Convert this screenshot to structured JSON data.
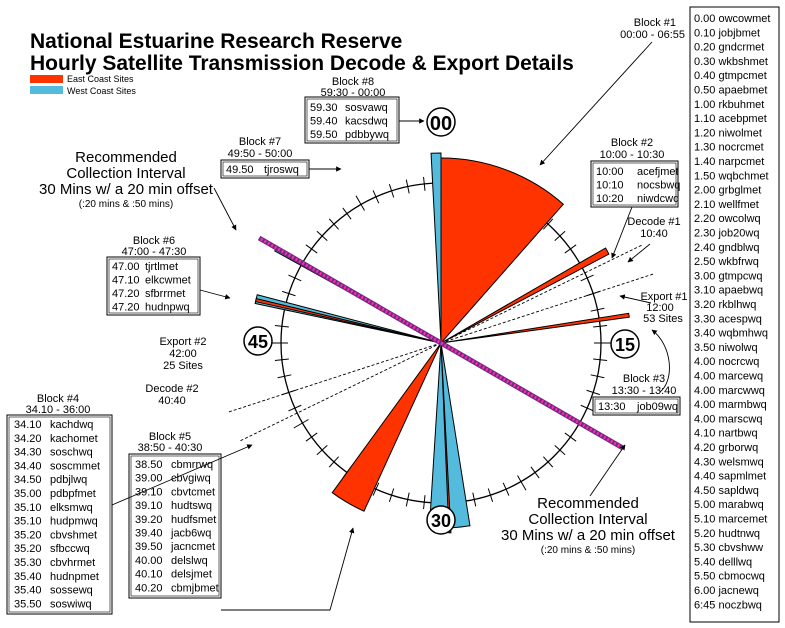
{
  "title": {
    "line1": "National Estuarine Research Reserve",
    "line2": "Hourly Satellite Transmission Decode & Export Details"
  },
  "legend": [
    {
      "label": "East Coast Sites",
      "color": "#ff3300"
    },
    {
      "label": "West Coast Sites",
      "color": "#55bbdd"
    }
  ],
  "dial": {
    "top": "00",
    "right": "15",
    "bottom": "30",
    "left": "45"
  },
  "block1": {
    "title": "Block #1",
    "time": "00:00 - 06:55",
    "rows": [
      "0.00 owcowmet",
      "0.10 jobjbmet",
      "0.20 gndcrmet",
      "0.30 wkbshmet",
      "0.40 gtmpcmet",
      "0.50 apaebmet",
      "1.00 rkbuhmet",
      "1.10 acebpmet",
      "1.20 niwolmet",
      "1.30 nocrcmet",
      "1.40 narpcmet",
      "1.50 wqbchmet",
      "2.00 grbglmet",
      "2.10 wellfmet",
      "2.20 owcolwq",
      "2.30 job20wq",
      "2.40 gndblwq",
      "2.50 wkbfrwq",
      "3.00 gtmpcwq",
      "3.10 apaebwq",
      "3.20 rkblhwq",
      "3.30 acespwq",
      "3.40 wqbmhwq",
      "3.50 niwolwq",
      "4.00 nocrcwq",
      "4.00 marcewq",
      "4.00 marcwwq",
      "4.00 marmbwq",
      "4.00 marscwq",
      "4.10 nartbwq",
      "4.20 grborwq",
      "4.30 welsmwq",
      "4.40 sapmlmet",
      "4.50 sapldwq",
      "5.00 marabwq",
      "5.10 marcemet",
      "5.20 hudtnwq",
      "5.30 cbvshww",
      "5.40 delllwq",
      "5.50 cbmocwq",
      "6.00 jacnewq",
      "6:45 noczbwq"
    ]
  },
  "block2": {
    "title": "Block #2",
    "time": "10:00 - 10:30",
    "rows": [
      [
        "10:00",
        "acefjmet"
      ],
      [
        "10:10",
        "nocsbwq"
      ],
      [
        "10:20",
        "niwdcwq"
      ]
    ]
  },
  "block3": {
    "title": "Block #3",
    "time": "13:30 - 13:40",
    "rows": [
      [
        "13:30",
        "job09wq"
      ]
    ]
  },
  "block4": {
    "title": "Block #4",
    "time": "34.10 - 36:00",
    "rows": [
      [
        "34.10",
        "kachdwq"
      ],
      [
        "34.20",
        "kachomet"
      ],
      [
        "34.30",
        "soschwq"
      ],
      [
        "34.40",
        "soscmmet"
      ],
      [
        "34.50",
        "pdbjlwq"
      ],
      [
        "35.00",
        "pdbpfmet"
      ],
      [
        "35.10",
        "elksmwq"
      ],
      [
        "35.10",
        "hudpmwq"
      ],
      [
        "35.20",
        "cbvshmet"
      ],
      [
        "35.20",
        "sfbccwq"
      ],
      [
        "35.30",
        "cbvhrmet"
      ],
      [
        "35.40",
        "hudnpmet"
      ],
      [
        "35.40",
        "sossewq"
      ],
      [
        "35.50",
        "soswiwq"
      ]
    ]
  },
  "block5": {
    "title": "Block #5",
    "time": "38:50 - 40:30",
    "rows": [
      [
        "38.50",
        "cbmrrwq"
      ],
      [
        "39.00",
        "cbvgiwq"
      ],
      [
        "39.10",
        "cbvtcmet"
      ],
      [
        "39.10",
        "hudtswq"
      ],
      [
        "39.20",
        "hudfsmet"
      ],
      [
        "39.40",
        "jacb6wq"
      ],
      [
        "39.50",
        "jacncmet"
      ],
      [
        "40.00",
        "delslwq"
      ],
      [
        "40.10",
        "delsjmet"
      ],
      [
        "40.20",
        "cbmjbmet"
      ]
    ]
  },
  "block6": {
    "title": "Block #6",
    "time": "47:00 - 47:30",
    "rows": [
      [
        "47.00",
        "tjrtlmet"
      ],
      [
        "47.10",
        "elkcwmet"
      ],
      [
        "47.20",
        "sfbrrmet"
      ],
      [
        "47.20",
        "hudnpwq"
      ]
    ]
  },
  "block7": {
    "title": "Block #7",
    "time": "49:50 - 50:00",
    "rows": [
      [
        "49.50",
        "tjroswq"
      ]
    ]
  },
  "block8": {
    "title": "Block #8",
    "time": "59:30 - 00:00",
    "rows": [
      [
        "59.30",
        "sosvawq"
      ],
      [
        "59.40",
        "kacsdwq"
      ],
      [
        "59.50",
        "pdbbywq"
      ]
    ]
  },
  "decode1": {
    "title": "Decode #1",
    "time": "10:40"
  },
  "decode2": {
    "title": "Decode #2",
    "time": "40:40"
  },
  "export1": {
    "title": "Export #1",
    "time": "12:00",
    "sites": "53 Sites"
  },
  "export2": {
    "title": "Export #2",
    "time": "42:00",
    "sites": "25 Sites"
  },
  "interval": {
    "line1": "Recommended",
    "line2": "Collection  Interval",
    "line3": "30 Mins  w/ a 20 min offset",
    "line4": "(:20 mins & :50 mins)"
  },
  "dial_data": {
    "east_color": "#ff3300",
    "west_color": "#55bbdd",
    "wedges": [
      {
        "coast": "west",
        "start": 59.5,
        "end": 60.0
      },
      {
        "coast": "east",
        "start": 0.0,
        "end": 6.9
      },
      {
        "coast": "east",
        "start": 10.0,
        "end": 10.35
      },
      {
        "coast": "east",
        "start": 13.5,
        "end": 13.7
      },
      {
        "coast": "east",
        "start": 34.1,
        "end": 36.0
      },
      {
        "coast": "west",
        "start": 28.5,
        "end": 30.6
      },
      {
        "coast": "east",
        "start": 29.5,
        "end": 29.6
      },
      {
        "coast": "west",
        "start": 47.0,
        "end": 47.45
      },
      {
        "coast": "east",
        "start": 47.1,
        "end": 47.25
      },
      {
        "coast": "west",
        "start": 49.83,
        "end": 50.0
      }
    ],
    "markers": [
      10.67,
      12.0,
      40.67,
      42.0
    ],
    "interval_minutes": [
      20,
      50
    ]
  }
}
